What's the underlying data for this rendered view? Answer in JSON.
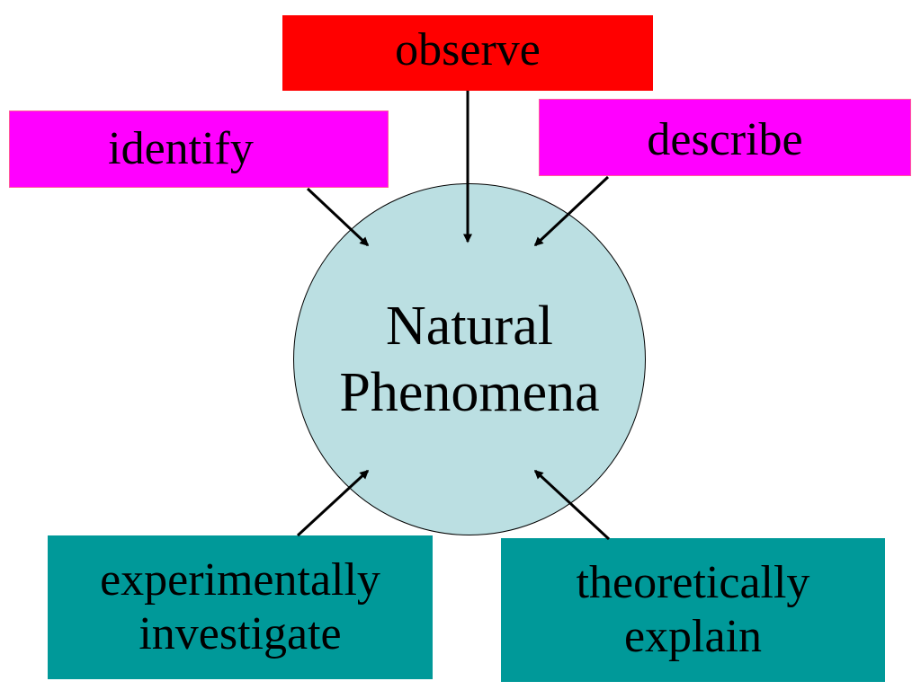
{
  "center": {
    "line1": "Natural",
    "line2": "Phenomena"
  },
  "boxes": {
    "observe": {
      "label": "observe"
    },
    "identify": {
      "label": "identify"
    },
    "describe": {
      "label": "describe"
    },
    "experiment": {
      "line1": "experimentally",
      "line2": "investigate"
    },
    "theory": {
      "line1": "theoretically",
      "line2": "explain"
    }
  },
  "colors": {
    "red_box": "#ff0000",
    "magenta_box": "#ff00ff",
    "teal_box": "#009999",
    "circle_fill": "#bbdfe2",
    "arrow": "#000000"
  }
}
